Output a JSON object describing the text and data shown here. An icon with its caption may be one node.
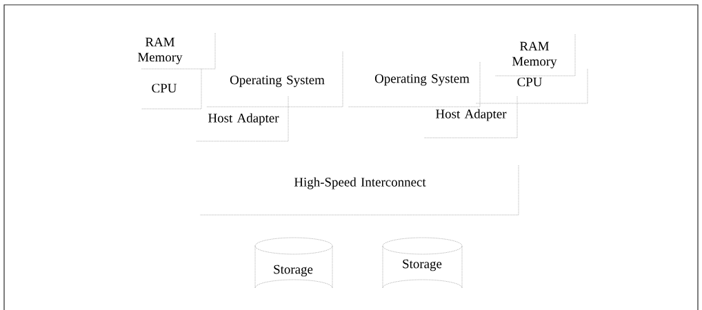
{
  "diagram": {
    "nodes": [
      {
        "text": [
          "RAM Memory"
        ]
      },
      {
        "text": [
          "CPU"
        ]
      },
      {
        "text": [
          "Operating System"
        ]
      },
      {
        "text": [
          "Host Adapter"
        ]
      },
      {
        "text": [
          "RAM Memory"
        ]
      },
      {
        "text": [
          "Operating System"
        ]
      },
      {
        "text": [
          "CPU"
        ]
      },
      {
        "text": [
          "Host Adapter"
        ]
      },
      {
        "text": [
          "High-Speed Interconnect"
        ]
      },
      {
        "text": [
          "Storage"
        ]
      },
      {
        "text": [
          "Storage"
        ]
      }
    ]
  }
}
